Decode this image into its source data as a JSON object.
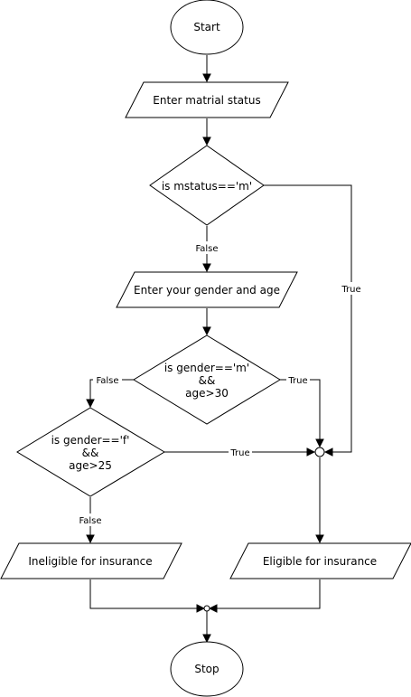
{
  "flowchart": {
    "nodes": {
      "start": "Start",
      "enter_marital": "Enter matrial status",
      "is_mstatus": "is mstatus=='m'",
      "enter_gender_age": "Enter your gender and age",
      "is_gender_m": [
        "is gender=='m'",
        "&&",
        "age>30"
      ],
      "is_gender_f": [
        "is gender=='f'",
        "&&",
        "age>25"
      ],
      "ineligible": "Ineligible for insurance",
      "eligible": "Eligible for insurance",
      "stop": "Stop"
    },
    "edges": {
      "mstatus_false": "False",
      "mstatus_true": "True",
      "gender_m_false": "False",
      "gender_m_true": "True",
      "gender_f_true": "True",
      "gender_f_false": "False"
    }
  }
}
